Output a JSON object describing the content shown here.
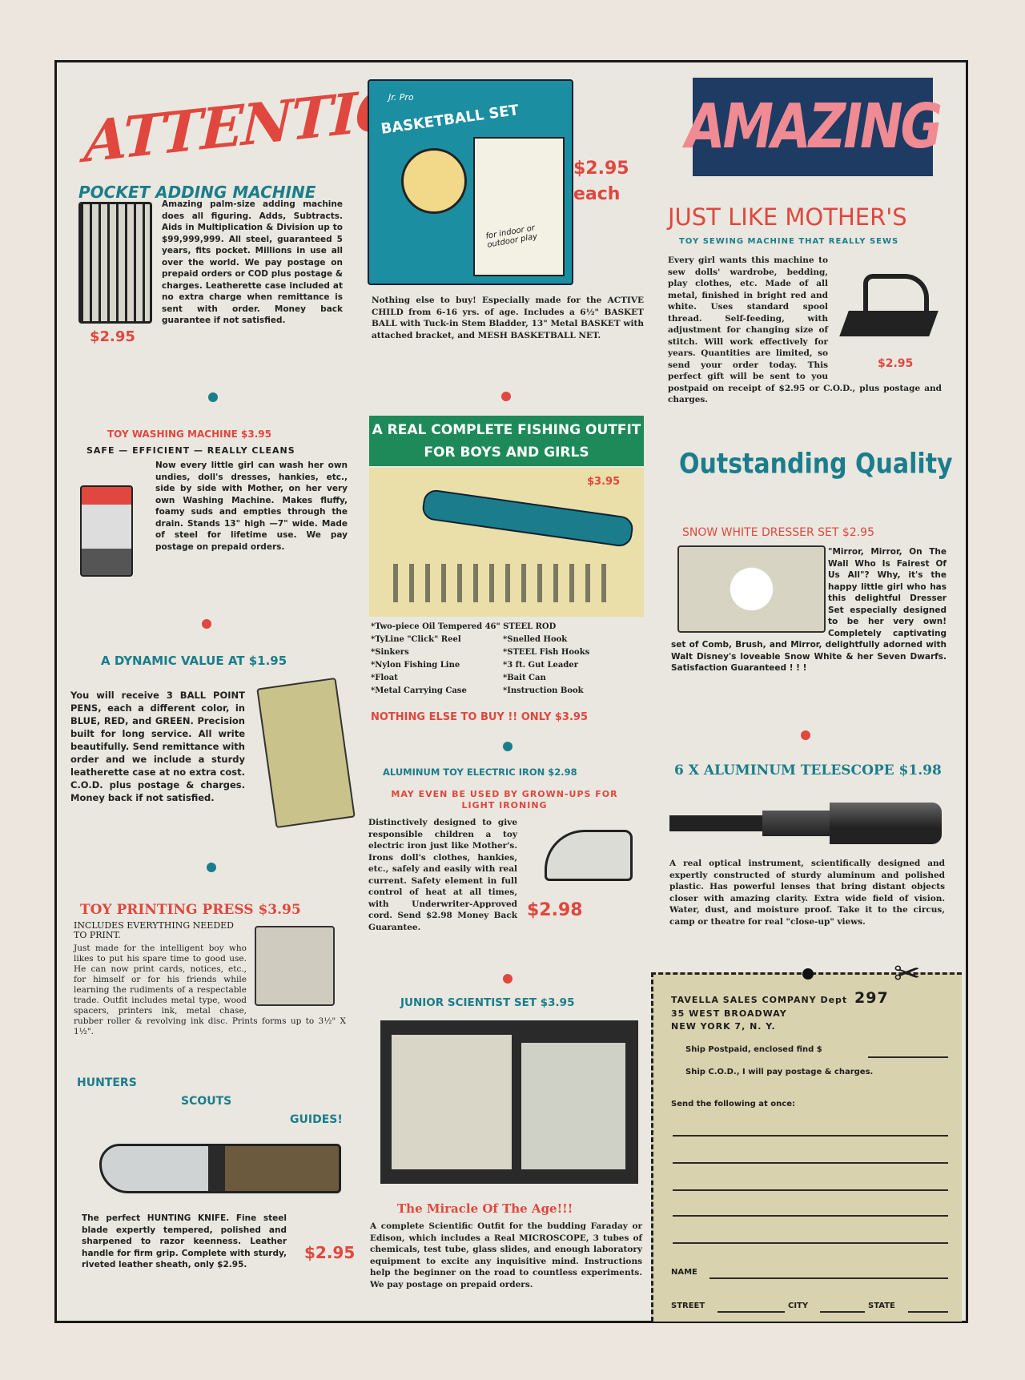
{
  "col1": {
    "attention": "ATTENTION!",
    "adding": {
      "title": "POCKET ADDING MACHINE",
      "body": "Amazing palm-size adding machine does all figuring. Adds, Subtracts. Aids in Multiplication & Division up to $99,999,999. All steel, guaranteed 5 years, fits pocket. Millions in use all over the world. We pay postage on prepaid orders or COD plus postage & charges. Leatherette case included at no extra charge when remittance is sent with order. Money back guarantee if not satisfied.",
      "price": "$2.95"
    },
    "washer": {
      "title": "TOY WASHING MACHINE $3.95",
      "subtitle": "SAFE — EFFICIENT — REALLY CLEANS",
      "body": "Now every little girl can wash her own undies, doll's dresses, hankies, etc., side by side with Mother, on her very own Washing Machine. Makes fluffy, foamy suds and empties through the drain. Stands 13\" high —7\" wide. Made of steel for lifetime use. We pay postage on prepaid orders."
    },
    "pens": {
      "title": "A DYNAMIC VALUE AT $1.95",
      "body": "You will receive 3 BALL POINT PENS, each a different color, in BLUE, RED, and GREEN. Precision built for long service. All write beautifully. Send remittance with order and we include a sturdy leatherette case at no extra cost. C.O.D. plus postage & charges. Money back if not satisfied."
    },
    "press": {
      "title": "TOY PRINTING PRESS $3.95",
      "subtitle": "INCLUDES EVERYTHING NEEDED TO PRINT.",
      "body": "Just made for the intelligent boy who likes to put his spare time to good use. He can now print cards, notices, etc., for himself or for his friends while learning the rudiments of a respectable trade. Outfit includes metal type, wood spacers, printers ink, metal chase, rubber roller & revolving ink disc. Prints forms up to 3½\" X 1½\"."
    },
    "knife": {
      "hunters": "HUNTERS",
      "scouts": "SCOUTS",
      "guides": "GUIDES!",
      "body": "The perfect HUNTING KNIFE. Fine steel blade expertly tempered, polished and sharpened to razor keenness. Leather handle for firm grip. Complete with sturdy, riveted leather sheath, only $2.95.",
      "price": "$2.95"
    }
  },
  "col2": {
    "basketball": {
      "box_brand": "Jr. Pro",
      "box_title": "BASKETBALL SET",
      "box_note": "for indoor or outdoor play",
      "price": "$2.95",
      "each": "each",
      "body": "Nothing else to buy! Especially made for the ACTIVE CHILD from 6-16 yrs. of age. Includes a 6½\" BASKET BALL with Tuck-in Stem Bladder, 13\" Metal BASKET with attached bracket, and MESH BASKETBALL NET."
    },
    "fishing": {
      "banner1": "A REAL COMPLETE FISHING OUTFIT",
      "banner2": "FOR BOYS AND GIRLS",
      "price": "$3.95",
      "items": [
        "*Two-piece Oil Tempered 46\" STEEL ROD",
        "*TyLine \"Click\" Reel",
        "*Snelled Hook",
        "*Sinkers",
        "*STEEL Fish Hooks",
        "*Nylon Fishing Line",
        "*3 ft. Gut Leader",
        "*Float",
        "*Bait Can",
        "*Metal Carrying Case",
        "*Instruction Book"
      ],
      "footer": "NOTHING ELSE TO BUY !! ONLY $3.95"
    },
    "iron": {
      "title": "ALUMINUM TOY ELECTRIC IRON $2.98",
      "subtitle": "MAY EVEN BE USED BY GROWN-UPS FOR LIGHT IRONING",
      "body": "Distinctively designed to give responsible children a toy electric iron just like Mother's. Irons doll's clothes, hankies, etc., safely and easily with real current. Safety element in full control of heat at all times, with Underwriter-Approved cord. Send $2.98 Money Back Guarantee.",
      "price": "$2.98"
    },
    "scientist": {
      "title": "JUNIOR SCIENTIST SET $3.95",
      "tagline": "The Miracle Of The Age!!!",
      "body": "A complete Scientific Outfit for the budding Faraday or Edison, which includes a Real MICROSCOPE, 3 tubes of chemicals, test tube, glass slides, and enough laboratory equipment to excite any inquisitive mind. Instructions help the beginner on the road to countless experiments. We pay postage on prepaid orders."
    }
  },
  "col3": {
    "amazing": "AMAZING",
    "sewing": {
      "title": "JUST LIKE MOTHER'S",
      "subtitle": "TOY SEWING MACHINE THAT REALLY SEWS",
      "body": "Every girl wants this machine to sew dolls' wardrobe, bedding, play clothes, etc. Made of all metal, finished in bright red and white. Uses standard spool thread. Self-feeding, with adjustment for changing size of stitch. Will work effectively for years. Quantities are limited, so send your order today. This perfect gift will be sent to you postpaid on receipt of $2.95 or C.O.D., plus postage and charges.",
      "price": "$2.95"
    },
    "quality": "Outstanding Quality",
    "dresser": {
      "title": "SNOW WHITE DRESSER SET $2.95",
      "body": "\"Mirror, Mirror, On The Wall Who Is Fairest Of Us All\"? Why, it's the happy little girl who has this delightful Dresser Set especially designed to be her very own! Completely captivating set of Comb, Brush, and Mirror, delightfully adorned with Walt Disney's loveable Snow White & her Seven Dwarfs. Satisfaction Guaranteed ! ! !"
    },
    "telescope": {
      "title": "6 X ALUMINUM TELESCOPE $1.98",
      "body": "A real optical instrument, scientifically designed and expertly constructed of sturdy aluminum and polished plastic. Has powerful lenses that bring distant objects closer with amazing clarity. Extra wide field of vision. Water, dust, and moisture proof. Take it to the circus, camp or theatre for real \"close-up\" views."
    },
    "coupon": {
      "company": "TAVELLA SALES COMPANY Dept",
      "dept": "297",
      "street": "35 WEST BROADWAY",
      "city": "NEW YORK 7, N. Y.",
      "postpaid": "Ship Postpaid, enclosed find $",
      "cod": "Ship C.O.D., I will pay postage & charges.",
      "send": "Send the following at once:",
      "name": "NAME",
      "street_label": "STREET",
      "city_label": "CITY",
      "state_label": "STATE"
    }
  },
  "colors": {
    "red": "#e0473e",
    "teal": "#1b7d8c",
    "navy": "#1d3b63",
    "pink": "#f08a93",
    "green": "#1e8a5a",
    "coupon": "#d9d2ae"
  }
}
